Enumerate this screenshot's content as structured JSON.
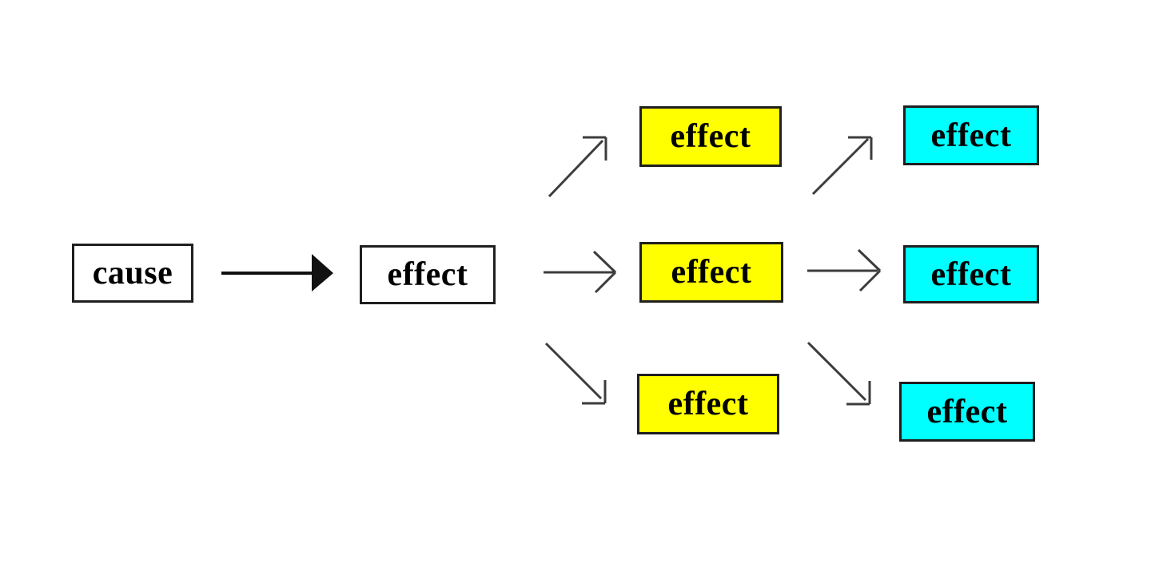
{
  "diagram": {
    "description": "Cause and effect chain diagram: one cause leads to an effect, which becomes the cause of multiple effects, each of which can cause further effects.",
    "background": "#ffffff",
    "node_border_color": "#1f1f1f",
    "arrow_color": "#3c3c3c",
    "solid_arrow_color": "#111111",
    "nodes": [
      {
        "id": "cause",
        "label": "cause",
        "fill": "#ffffff"
      },
      {
        "id": "effect-primary",
        "label": "effect",
        "fill": "#ffffff"
      },
      {
        "id": "effect-secondary-top",
        "label": "effect",
        "fill": "#ffff00"
      },
      {
        "id": "effect-secondary-middle",
        "label": "effect",
        "fill": "#ffff00"
      },
      {
        "id": "effect-secondary-bottom",
        "label": "effect",
        "fill": "#ffff00"
      },
      {
        "id": "effect-tertiary-top",
        "label": "effect",
        "fill": "#00ffff"
      },
      {
        "id": "effect-tertiary-middle",
        "label": "effect",
        "fill": "#00ffff"
      },
      {
        "id": "effect-tertiary-bottom",
        "label": "effect",
        "fill": "#00ffff"
      }
    ],
    "arrows": [
      {
        "from": "cause",
        "to": "effect-primary",
        "head": "filled-triangle",
        "direction": "right"
      },
      {
        "from": "effect-primary",
        "to": "effect-secondary-top",
        "head": "open",
        "direction": "up-right"
      },
      {
        "from": "effect-primary",
        "to": "effect-secondary-middle",
        "head": "open",
        "direction": "right"
      },
      {
        "from": "effect-primary",
        "to": "effect-secondary-bottom",
        "head": "open",
        "direction": "down-right"
      },
      {
        "from": "effect-secondary-middle",
        "to": "effect-tertiary-top",
        "head": "open",
        "direction": "up-right"
      },
      {
        "from": "effect-secondary-middle",
        "to": "effect-tertiary-middle",
        "head": "open",
        "direction": "right"
      },
      {
        "from": "effect-secondary-middle",
        "to": "effect-tertiary-bottom",
        "head": "open",
        "direction": "down-right"
      }
    ]
  }
}
